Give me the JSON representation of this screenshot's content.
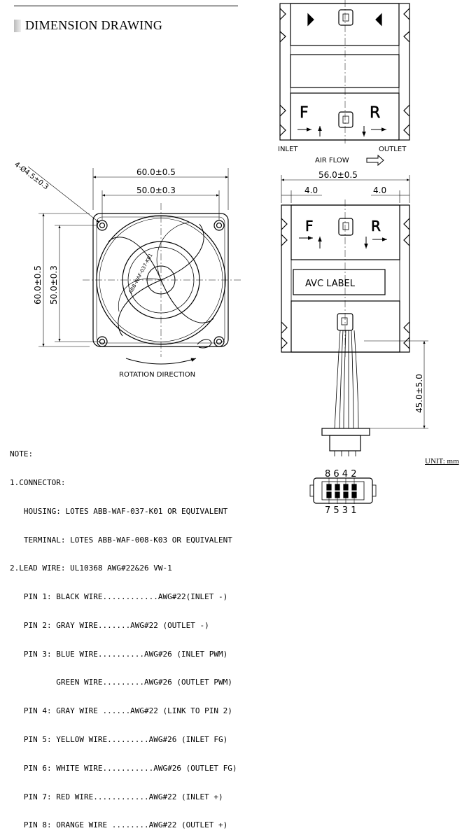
{
  "header": {
    "title": "DIMENSION DRAWING"
  },
  "top_view": {
    "inlet_label": "INLET",
    "outlet_label": "OUTLET",
    "airflow_label": "AIR FLOW",
    "front_letter": "F",
    "rear_letter": "R"
  },
  "front_view": {
    "hole_spec": "4-Ø4.5±0.3",
    "width_outer": "60.0±0.5",
    "width_inner": "50.0±0.3",
    "height_outer": "60.0±0.5",
    "height_inner": "50.0±0.3",
    "rotation_label": "ROTATION DIRECTION",
    "hub_text": "ABB-WAF-037-K01"
  },
  "side_view": {
    "depth": "56.0±0.5",
    "left_inset": "4.0",
    "right_inset": "4.0",
    "label": "AVC LABEL",
    "lead_length": "45.0±5.0",
    "front_letter": "F",
    "rear_letter": "R"
  },
  "connector": {
    "top_pins": "8 6 4 2",
    "bottom_pins": "7 5 3 1"
  },
  "unit_label": "UNIT: mm",
  "notes": [
    "NOTE:",
    "1.CONNECTOR:",
    "   HOUSING: LOTES ABB-WAF-037-K01 OR EQUIVALENT",
    "   TERMINAL: LOTES ABB-WAF-008-K03 OR EQUIVALENT",
    "2.LEAD WIRE: UL10368 AWG#22&26 VW-1",
    "   PIN 1: BLACK WIRE............AWG#22(INLET -)",
    "   PIN 2: GRAY WIRE.......AWG#22 (OUTLET -)",
    "   PIN 3: BLUE WIRE..........AWG#26 (INLET PWM)",
    "          GREEN WIRE.........AWG#26 (OUTLET PWM)",
    "   PIN 4: GRAY WIRE ......AWG#22 (LINK TO PIN 2)",
    "   PIN 5: YELLOW WIRE.........AWG#26 (INLET FG)",
    "   PIN 6: WHITE WIRE...........AWG#26 (OUTLET FG)",
    "   PIN 7: RED WIRE............AWG#22 (INLET +)",
    "   PIN 8: ORANGE WIRE ........AWG#22 (OUTLET +)"
  ]
}
